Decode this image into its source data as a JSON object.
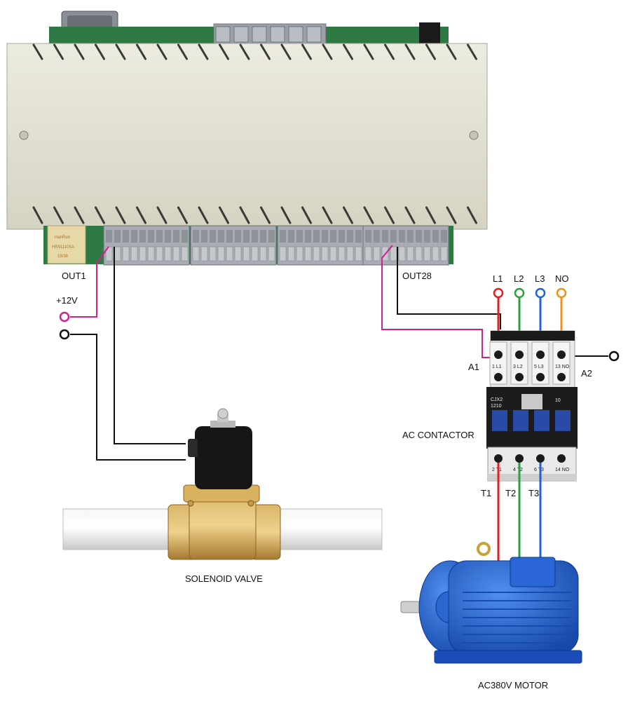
{
  "controller": {
    "brand": "HanRun",
    "part_no": "HR911105A",
    "date_code": "15/38"
  },
  "labels": {
    "out1": "OUT1",
    "out28": "OUT28",
    "plus12v": "+12V",
    "solenoid_valve": "SOLENOID VALVE",
    "ac_contactor": "AC CONTACTOR",
    "motor": "AC380V MOTOR",
    "a1": "A1",
    "a2": "A2",
    "l1": "L1",
    "l2": "L2",
    "l3": "L3",
    "no": "NO",
    "t1": "T1",
    "t2": "T2",
    "t3": "T3"
  },
  "contactor": {
    "model_line1": "CJX2",
    "model_line2": "1210",
    "rating": "10",
    "top_terminals": [
      "1 L1",
      "3 L2",
      "5 L3",
      "13 NO"
    ],
    "bottom_terminals": [
      "2 T1",
      "4 T2",
      "6 T3",
      "14 NO"
    ]
  },
  "colors": {
    "phase_l1": "#e02020",
    "phase_l2": "#2aa040",
    "phase_l3": "#1f62d6",
    "aux_no": "#f0901c",
    "coil_wire": "#d0208c",
    "common_wire": "#111111",
    "motor_blue": "#1f5fd0",
    "housing": "#e3e0d2"
  }
}
